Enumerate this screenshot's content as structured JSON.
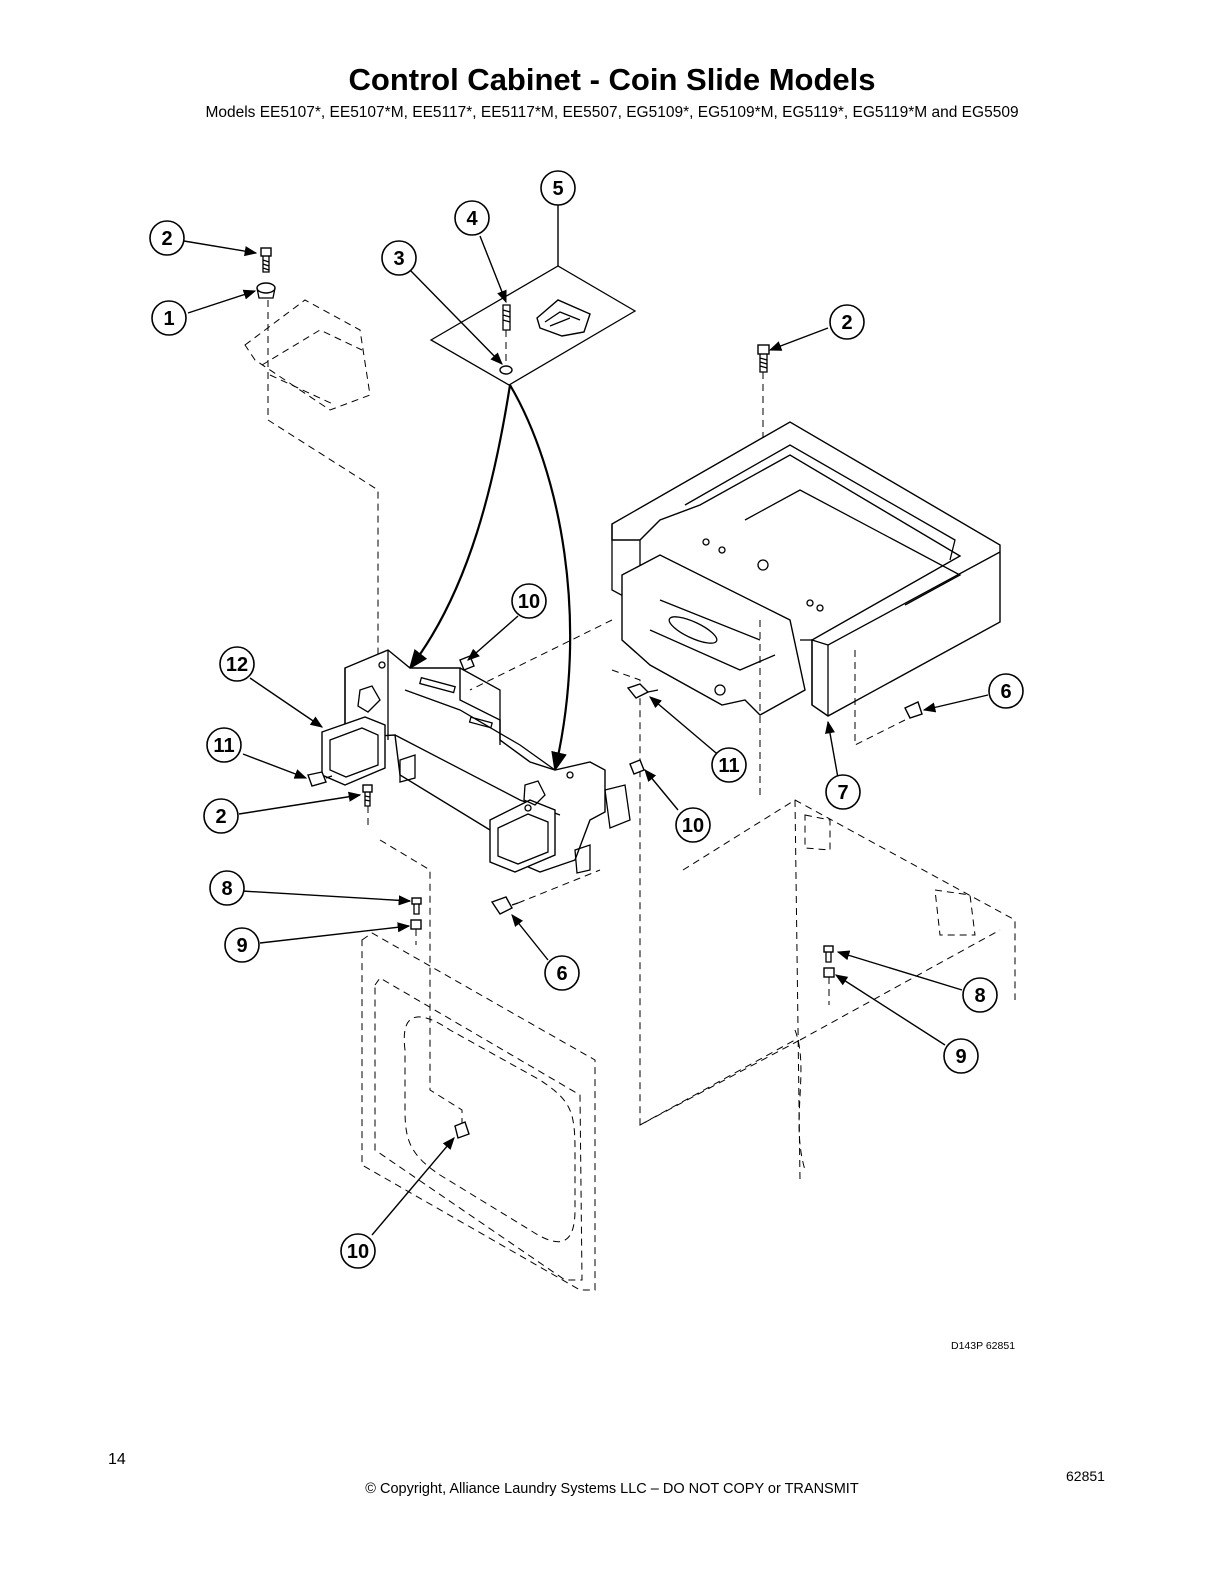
{
  "page": {
    "title": "Control Cabinet - Coin Slide Models",
    "subtitle": "Models EE5107*, EE5107*M, EE5117*, EE5117*M, EE5507, EG5109*, EG5109*M, EG5119*, EG5119*M and EG5509",
    "diagram_code": "D143P  62851",
    "page_number": "14",
    "copyright": "© Copyright, Alliance Laundry Systems LLC – DO NOT COPY or TRANSMIT",
    "doc_number": "62851"
  },
  "callouts": [
    {
      "id": "c1",
      "label": "1"
    },
    {
      "id": "c2a",
      "label": "2"
    },
    {
      "id": "c2b",
      "label": "2"
    },
    {
      "id": "c2c",
      "label": "2"
    },
    {
      "id": "c3",
      "label": "3"
    },
    {
      "id": "c4",
      "label": "4"
    },
    {
      "id": "c5",
      "label": "5"
    },
    {
      "id": "c6a",
      "label": "6"
    },
    {
      "id": "c6b",
      "label": "6"
    },
    {
      "id": "c7",
      "label": "7"
    },
    {
      "id": "c8a",
      "label": "8"
    },
    {
      "id": "c8b",
      "label": "8"
    },
    {
      "id": "c9a",
      "label": "9"
    },
    {
      "id": "c9b",
      "label": "9"
    },
    {
      "id": "c10a",
      "label": "10"
    },
    {
      "id": "c10b",
      "label": "10"
    },
    {
      "id": "c10c",
      "label": "10"
    },
    {
      "id": "c11a",
      "label": "11"
    },
    {
      "id": "c11b",
      "label": "11"
    },
    {
      "id": "c12",
      "label": "12"
    }
  ]
}
